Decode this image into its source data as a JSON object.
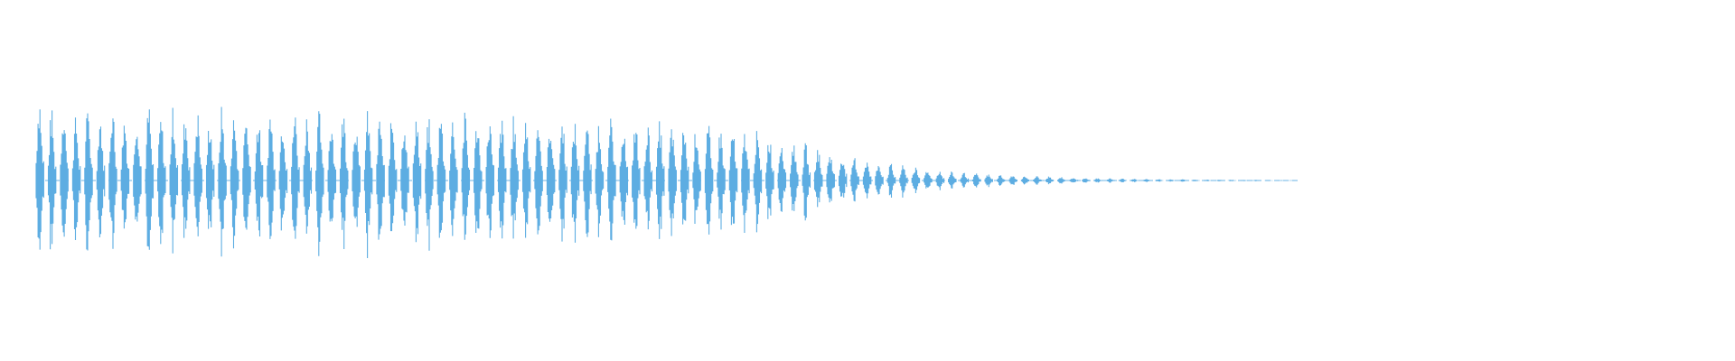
{
  "waveform": {
    "color": "#5dade2",
    "background": "#ffffff",
    "description_kind": "audio-waveform",
    "envelope": {
      "burst_count": 104,
      "burst_amplitudes": [
        1.0,
        0.82,
        0.88,
        0.72,
        0.85,
        0.76,
        0.9,
        0.74,
        0.79,
        0.86,
        0.74,
        0.83,
        0.78,
        0.8,
        0.72,
        0.84,
        0.76,
        0.78,
        0.73,
        0.82,
        0.74,
        0.8,
        0.77,
        0.79,
        0.74,
        0.8,
        0.72,
        0.79,
        0.74,
        0.76,
        0.74,
        0.79,
        0.71,
        0.76,
        0.73,
        0.77,
        0.72,
        0.74,
        0.71,
        0.73,
        0.72,
        0.74,
        0.7,
        0.72,
        0.69,
        0.71,
        0.68,
        0.7,
        0.67,
        0.69,
        0.66,
        0.67,
        0.64,
        0.66,
        0.62,
        0.63,
        0.6,
        0.6,
        0.58,
        0.56,
        0.54,
        0.5,
        0.46,
        0.42,
        0.38,
        0.34,
        0.3,
        0.27,
        0.24,
        0.21,
        0.19,
        0.17,
        0.15,
        0.13,
        0.12,
        0.1,
        0.09,
        0.08,
        0.07,
        0.065,
        0.06,
        0.055,
        0.05,
        0.045,
        0.04,
        0.035,
        0.03,
        0.028,
        0.025,
        0.022,
        0.02,
        0.018,
        0.016,
        0.015,
        0.013,
        0.012,
        0.011,
        0.01,
        0.009,
        0.008,
        0.007,
        0.006,
        0.005,
        0.004
      ]
    }
  }
}
